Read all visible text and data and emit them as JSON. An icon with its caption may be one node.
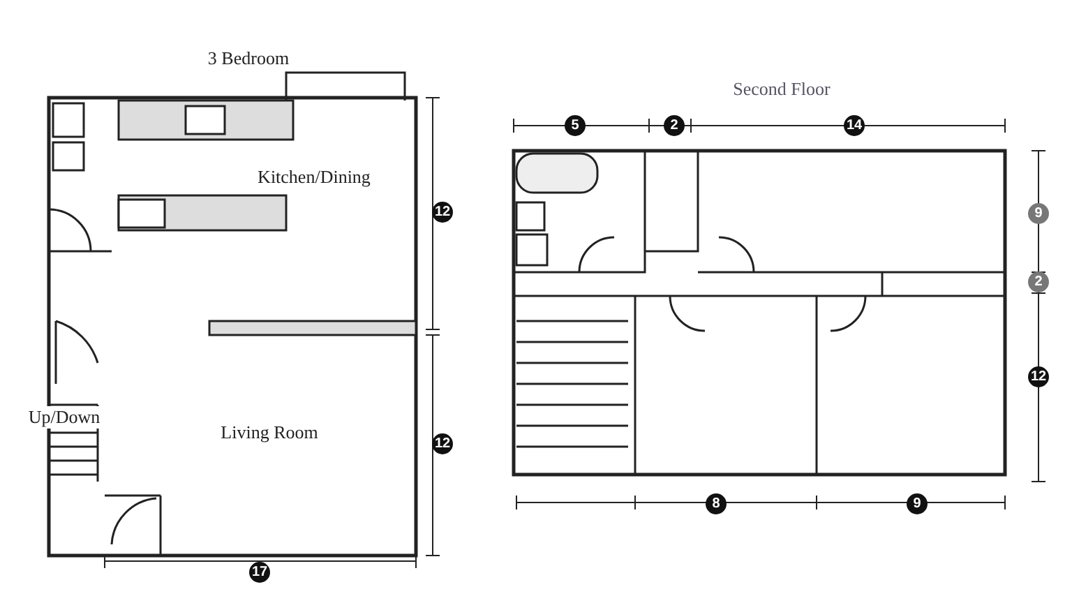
{
  "diagram": {
    "labels": [
      "3 Bedroom",
      "Kitchen/Dining",
      "12",
      "Up/Down",
      "Living Room",
      "12",
      "17",
      "Second Floor",
      "5",
      "2",
      "14",
      "9",
      "2",
      "12",
      "8",
      "9"
    ]
  }
}
